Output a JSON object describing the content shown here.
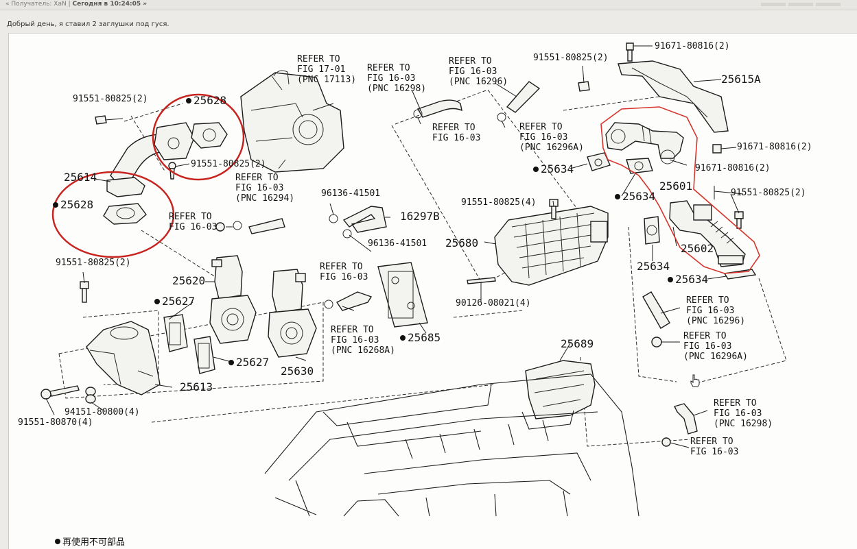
{
  "header": {
    "prefix": "« Получатель:",
    "recipient": "XaN",
    "separator": "|",
    "date_label": "Сегодня в 10:24:05 »"
  },
  "message": {
    "text": "Добрый день, я ставил 2 заглушки под гуся."
  },
  "diagram": {
    "labels": {
      "refer_17_01": "REFER TO\nFIG 17-01\n(PNC 17113)",
      "refer_16298_top": "REFER TO\nFIG 16-03\n(PNC 16298)",
      "refer_16296_top": "REFER TO\nFIG 16-03\n(PNC 16296)",
      "refer_hose_a": "REFER TO\nFIG 16-03",
      "refer_16296a_top": "REFER TO\nFIG 16-03\n(PNC 16296A)",
      "refer_16294": "REFER TO\nFIG 16-03\n(PNC 16294)",
      "refer_left": "REFER TO\nFIG 16-03",
      "refer_mid": "REFER TO\nFIG 16-03",
      "refer_16268a": "REFER TO\nFIG 16-03\n(PNC 16268A)",
      "refer_16296_right": "REFER TO\nFIG 16-03\n(PNC 16296)",
      "refer_16296a_right": "REFER TO\nFIG 16-03\n(PNC 16296A)",
      "refer_16298_right": "REFER TO\nFIG 16-03\n(PNC 16298)",
      "refer_bottom_right": "REFER TO\nFIG 16-03",
      "p91551_80825_tl": "91551-80825(2)",
      "p25628_top": "25628",
      "p91551_80825_mid": "91551-80825(2)",
      "p25614": "25614",
      "p25628_left": "25628",
      "p91551_80825_left": "91551-80825(2)",
      "p96136_41501_top": "96136-41501",
      "p16297B": "16297B",
      "p96136_41501_bot": "96136-41501",
      "p91551_80825_4": "91551-80825(4)",
      "p25680": "25680",
      "p91551_80825_top": "91551-80825(2)",
      "p91671_80816_top": "91671-80816(2)",
      "p25615A": "25615A",
      "p91671_80816_r1": "91671-80816(2)",
      "p25634_a": "25634",
      "p91671_80816_r2": "91671-80816(2)",
      "p91551_80825_r": "91551-80825(2)",
      "p25601": "25601",
      "p25634_b": "25634",
      "p25602": "25602",
      "p25634_c": "25634",
      "p25634_d": "25634",
      "p25620": "25620",
      "p25627_a": "25627",
      "p25627_b": "25627",
      "p25630": "25630",
      "p90126_08021": "90126-08021(4)",
      "p25685": "25685",
      "p25689": "25689",
      "p25613": "25613",
      "p91551_80870": "91551-80870(4)",
      "p94151_80800": "94151-80800(4)"
    },
    "legend": "再使用不可部品",
    "colors": {
      "annotation_red": "#c8241f",
      "line": "#1c1c1c"
    }
  }
}
